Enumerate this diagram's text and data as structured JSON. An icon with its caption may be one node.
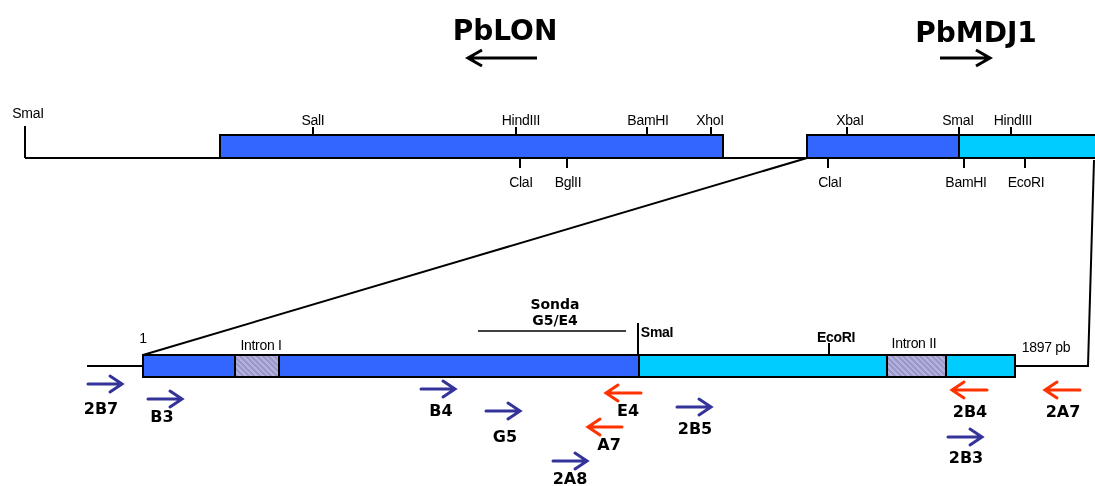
{
  "diagram": {
    "nodes": [
      {
        "text": [],
        "shape": "bar",
        "beside": [
          "PbLON",
          "SalI",
          "HindIII",
          "BamHI",
          "XhoI",
          "ClaI",
          "BglII"
        ]
      },
      {
        "text": [],
        "shape": "bar",
        "beside": [
          "PbMDJ1",
          "XbaI",
          "SmaI",
          "HindIII",
          "ClaI",
          "BamHI",
          "EcoRI"
        ]
      },
      {
        "text": [],
        "shape": "bar",
        "beside": [
          "Sonda G5/E4",
          "1",
          "Intron I",
          "SmaI",
          "EcoRI",
          "Intron II",
          "1897 pb"
        ]
      }
    ],
    "edges": [
      {
        "from": 0,
        "to": 1,
        "arrow": "none"
      },
      {
        "from": 1,
        "to": 2,
        "arrow": "none"
      },
      {
        "from": 1,
        "to": 2,
        "arrow": "none"
      },
      {
        "from": null,
        "to": 0,
        "arrow": "none"
      }
    ],
    "labels": [
      "SmaI",
      "2B7",
      "B3",
      "B4",
      "G5",
      "E4",
      "A7",
      "2A8",
      "2B5",
      "2B4",
      "2A7",
      "2B3"
    ]
  }
}
